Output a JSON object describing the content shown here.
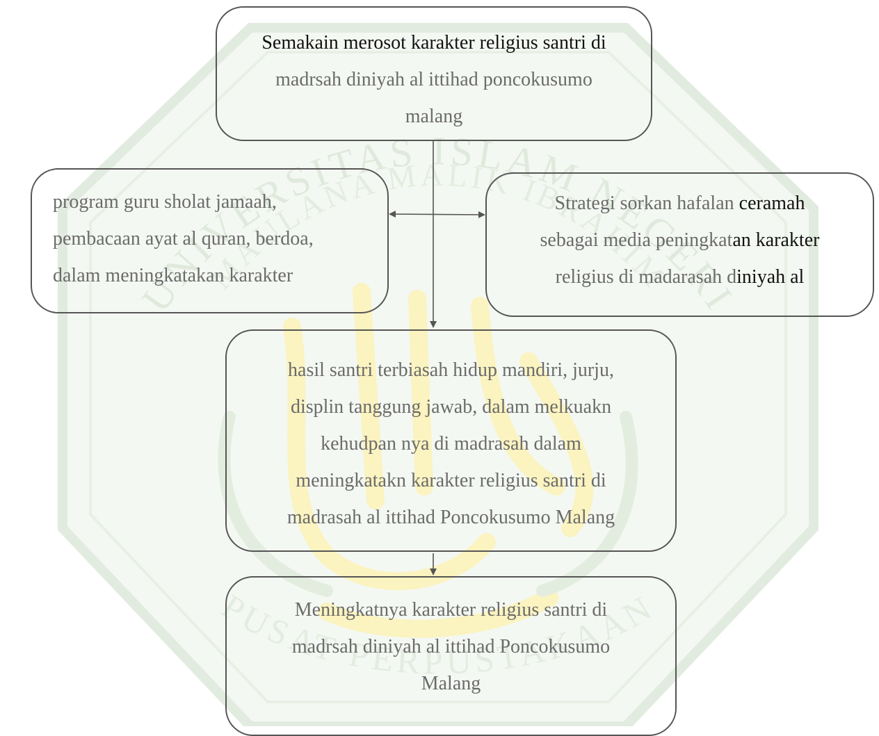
{
  "diagram": {
    "top_box": {
      "line1": "Semakain merosot karakter religius santri di",
      "line2": "madrsah diniyah al ittihad poncokusumo",
      "line3": "malang"
    },
    "left_box": {
      "line1": "program guru sholat jamaah,",
      "line2": "pembacaan ayat al quran, berdoa,",
      "line3": "dalam meningkatakan karakter"
    },
    "right_box": {
      "line1_a": "Strategi sorkan hafalan ",
      "line1_b": "ceramah",
      "line2_a": "sebagai media peningkat",
      "line2_b": "an karakter",
      "line3_a": "religius di madarasah d",
      "line3_b": "iniyah al"
    },
    "middle_box": {
      "line1": "hasil santri terbiasah hidup mandiri, jurju,",
      "line2": "displin tanggung jawab, dalam melkuakn",
      "line3": "kehudpan nya di madrasah dalam",
      "line4": "meningkatakn karakter religius santri di",
      "line5": "madrasah al ittihad Poncokusumo Malang"
    },
    "bottom_box": {
      "line1": "Meningkatnya karakter religius santri di",
      "line2": "madrsah diniyah al ittihad Poncokusumo",
      "line3": "Malang"
    }
  },
  "watermark": {
    "arc_top": "UNIVERSITAS ISLAM NEGERI",
    "arc_inner": "MAULANA MALIK IBRAHIM",
    "arc_bottom": "PUSAT PERPUSTAKAAN"
  },
  "colors": {
    "watermark_green": "#dfe9dc",
    "watermark_yellow": "#fdf6c8",
    "box_text_grey": "#6b6b6b",
    "box_text_dark": "#111111",
    "border": "#555555"
  }
}
